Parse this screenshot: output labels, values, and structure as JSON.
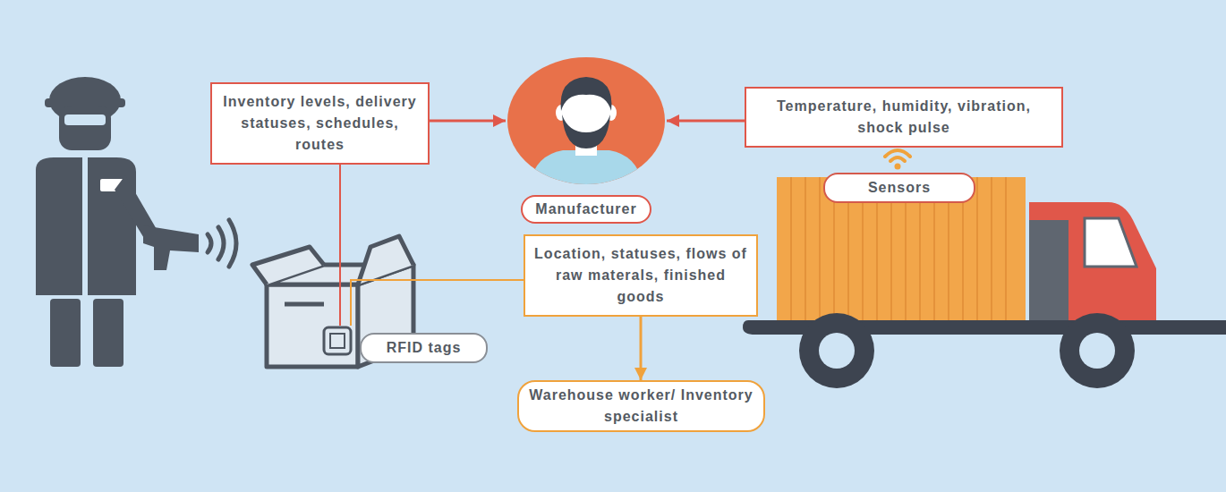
{
  "diagram": {
    "nodes": [
      {
        "text": [
          "Inventory levels, delivery statuses, schedules, routes"
        ]
      },
      {
        "text": [
          "Manufacturer"
        ]
      },
      {
        "text": [
          "Temperature, humidity, vibration, shock pulse"
        ]
      },
      {
        "text": [
          "Sensors"
        ]
      },
      {
        "text": [
          "RFID tags"
        ]
      },
      {
        "text": [
          "Location, statuses, flows of raw materals, finished goods"
        ]
      },
      {
        "text": [
          "Warehouse worker/ Inventory specialist"
        ]
      }
    ],
    "edges": [
      {
        "from": 0,
        "to": 1,
        "arrow": "to"
      },
      {
        "from": 2,
        "to": 1,
        "arrow": "to"
      },
      {
        "from": 5,
        "to": 6,
        "arrow": "to"
      }
    ]
  }
}
